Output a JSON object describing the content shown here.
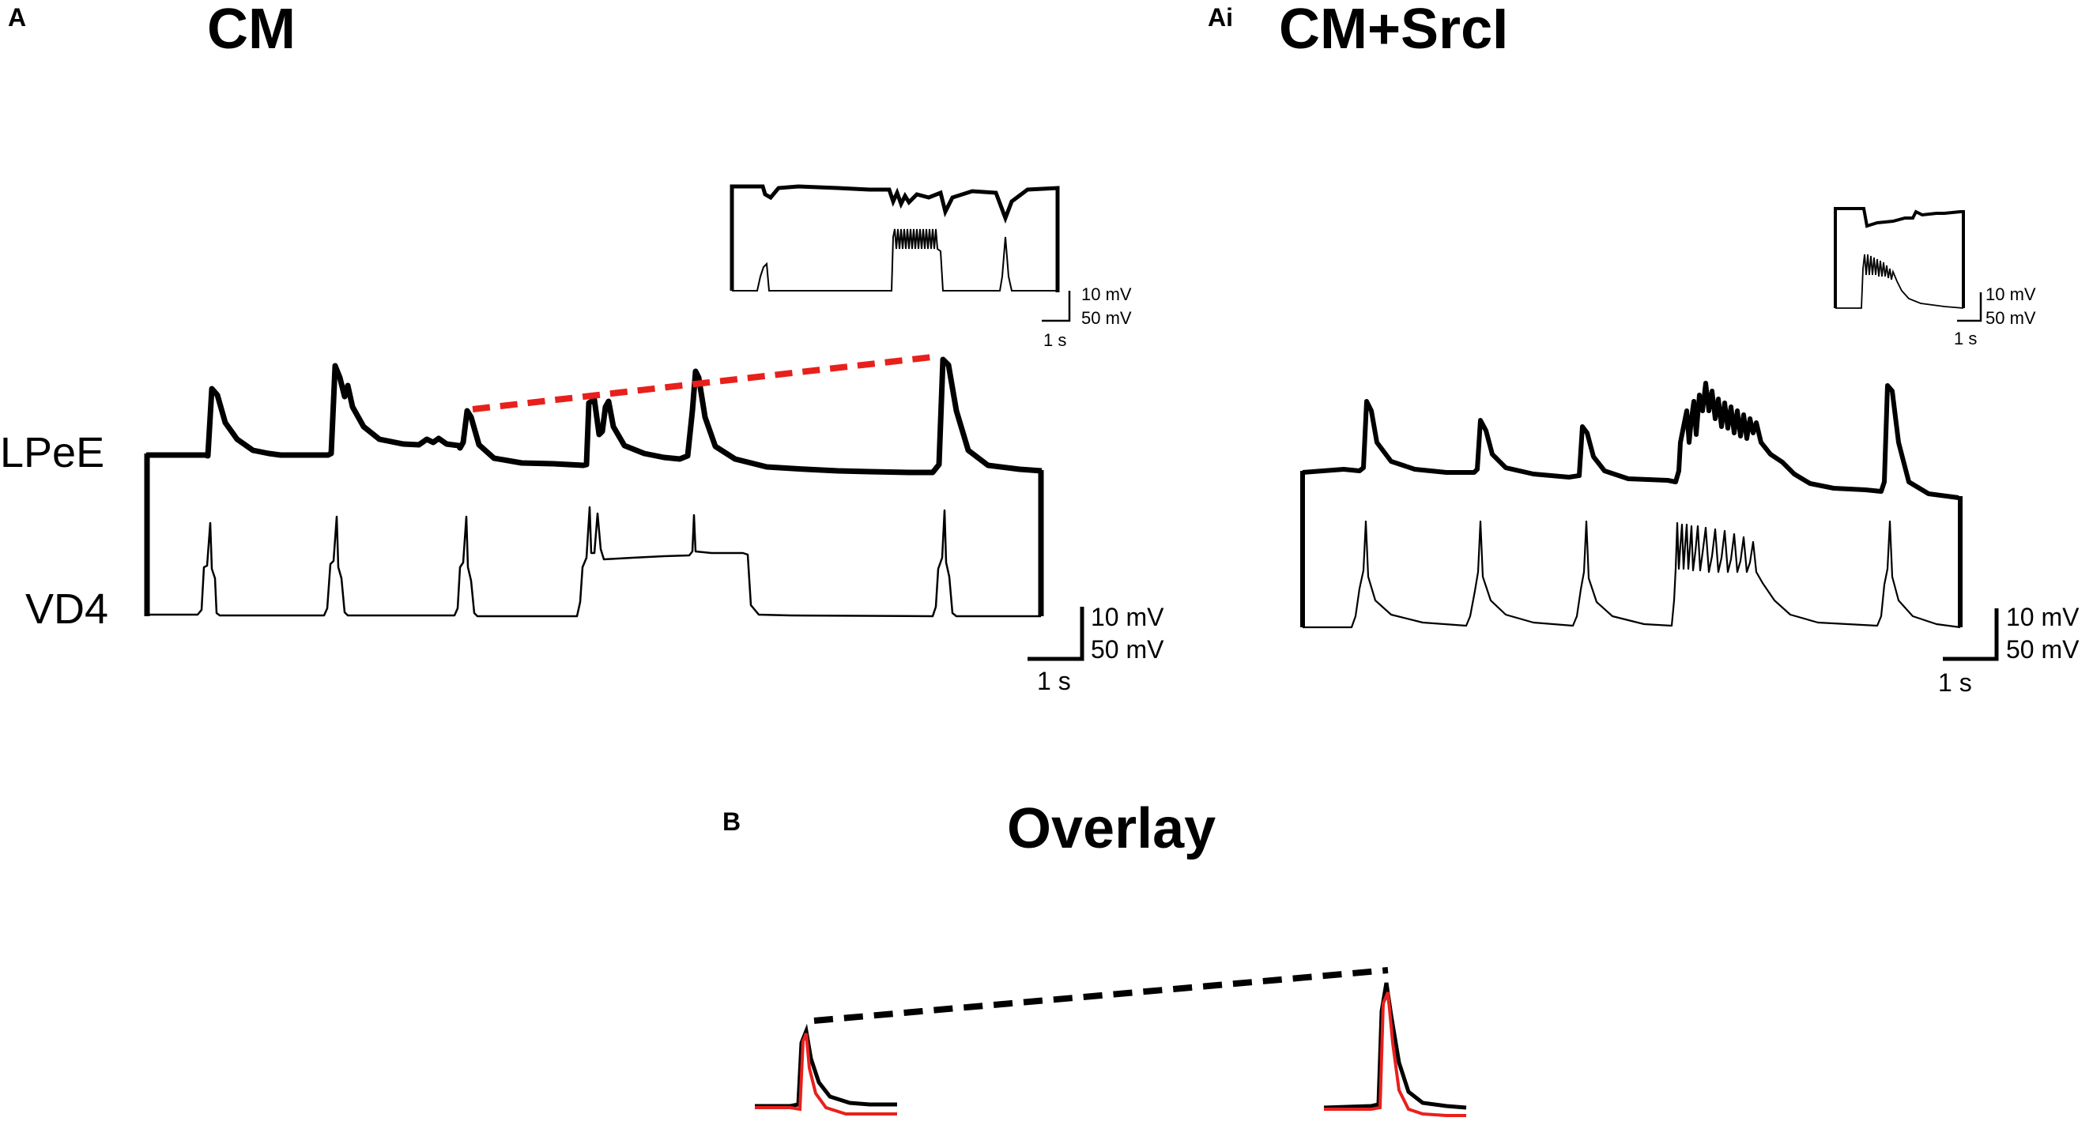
{
  "panels": {
    "A": {
      "letter": "A",
      "title": "CM",
      "trace_labels": [
        "LPeE",
        "VD4"
      ],
      "scalebar": {
        "v_top": "10 mV",
        "v_bottom": "50 mV",
        "time": "1 s"
      },
      "inset_scalebar": {
        "v_top": "10 mV",
        "v_bottom": "50 mV",
        "time": "1 s"
      },
      "guide_line_color": "#e8201c"
    },
    "Ai": {
      "letter": "Ai",
      "title": "CM+SrcI",
      "scalebar": {
        "v_top": "10 mV",
        "v_bottom": "50 mV",
        "time": "1 s"
      },
      "inset_scalebar": {
        "v_top": "10 mV",
        "v_bottom": "50 mV",
        "time": "1 s"
      }
    },
    "B": {
      "letter": "B",
      "title": "Overlay",
      "trace_colors": {
        "control": "#000000",
        "src_inhibitor": "#e8201c"
      },
      "guide_line_color": "#000000"
    }
  }
}
